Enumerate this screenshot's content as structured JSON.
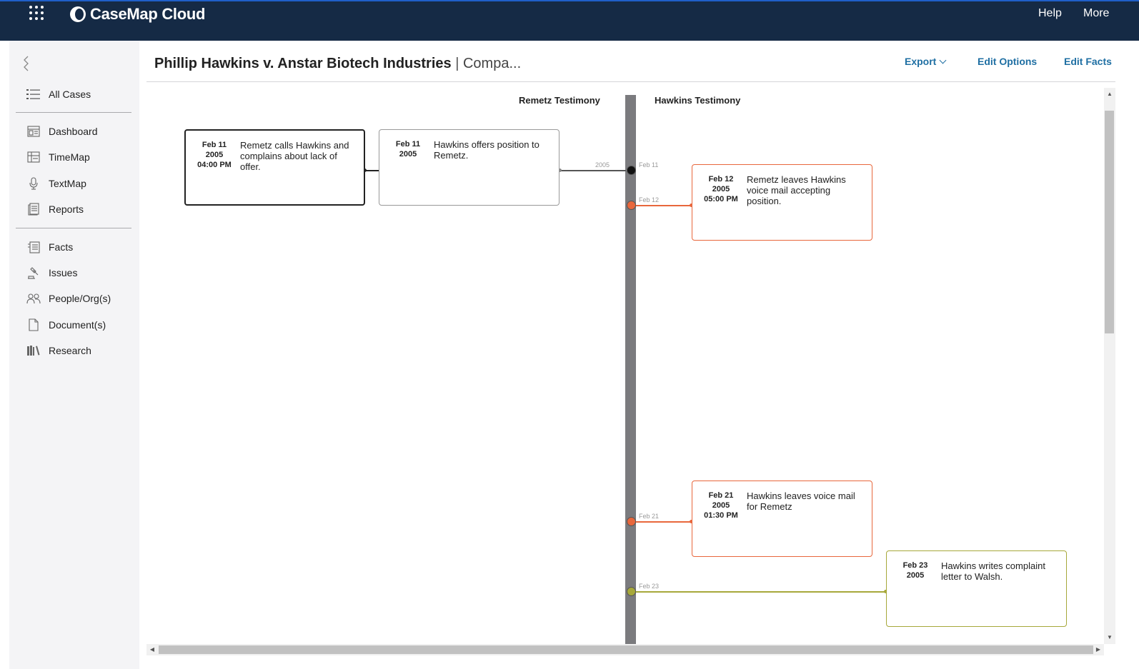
{
  "app": {
    "name": "CaseMap",
    "name_suffix": "Cloud",
    "apps_icon": "apps-grid-icon",
    "help_label": "Help",
    "more_label": "More",
    "colors": {
      "topbar": "#152a45",
      "accent_line": "#1f5fc9",
      "link": "#1f6fa3"
    }
  },
  "sidebar": {
    "collapse_icon": "collapse-handle-icon",
    "all_cases": {
      "label": "All Cases",
      "icon": "list-icon"
    },
    "items": [
      {
        "label": "Dashboard",
        "icon": "dashboard-icon"
      },
      {
        "label": "TimeMap",
        "icon": "timemap-icon"
      },
      {
        "label": "TextMap",
        "icon": "microphone-icon"
      },
      {
        "label": "Reports",
        "icon": "reports-icon"
      },
      {
        "label": "Facts",
        "icon": "facts-icon"
      },
      {
        "label": "Issues",
        "icon": "gavel-icon"
      },
      {
        "label": "People/Org(s)",
        "icon": "people-icon"
      },
      {
        "label": "Document(s)",
        "icon": "document-icon"
      },
      {
        "label": "Research",
        "icon": "books-icon"
      }
    ]
  },
  "header": {
    "case_name": "Phillip Hawkins v. Anstar Biotech Industries",
    "separator": "|",
    "view_name": "Compa...",
    "export_label": "Export",
    "edit_options_label": "Edit Options",
    "edit_facts_label": "Edit Facts"
  },
  "timeline": {
    "columns": {
      "left": "Remetz Testimony",
      "right": "Hawkins Testimony"
    },
    "axis_labels": {
      "year": "2005",
      "feb11": "Feb 11",
      "feb12": "Feb 12",
      "feb21": "Feb 21",
      "feb23": "Feb 23"
    },
    "colors": {
      "axis": "#7b7b7e",
      "orange": "#e8673c",
      "olive": "#a7a83a",
      "black": "#222222"
    },
    "facts": [
      {
        "date": "Feb 11",
        "year": "2005",
        "time": "04:00 PM",
        "text": "Remetz calls Hawkins and complains about lack of offer.",
        "lane": "Remetz Testimony",
        "color": "black"
      },
      {
        "date": "Feb 11",
        "year": "2005",
        "time": "",
        "text": "Hawkins offers position to Remetz.",
        "lane": "Remetz Testimony",
        "color": "gray"
      },
      {
        "date": "Feb 12",
        "year": "2005",
        "time": "05:00 PM",
        "text": "Remetz leaves Hawkins voice mail accepting position.",
        "lane": "Hawkins Testimony",
        "color": "orange"
      },
      {
        "date": "Feb 21",
        "year": "2005",
        "time": "01:30 PM",
        "text": "Hawkins leaves voice mail for Remetz",
        "lane": "Hawkins Testimony",
        "color": "orange"
      },
      {
        "date": "Feb 23",
        "year": "2005",
        "time": "",
        "text": "Hawkins writes complaint letter to Walsh.",
        "lane": "Hawkins Testimony",
        "color": "olive"
      }
    ]
  }
}
